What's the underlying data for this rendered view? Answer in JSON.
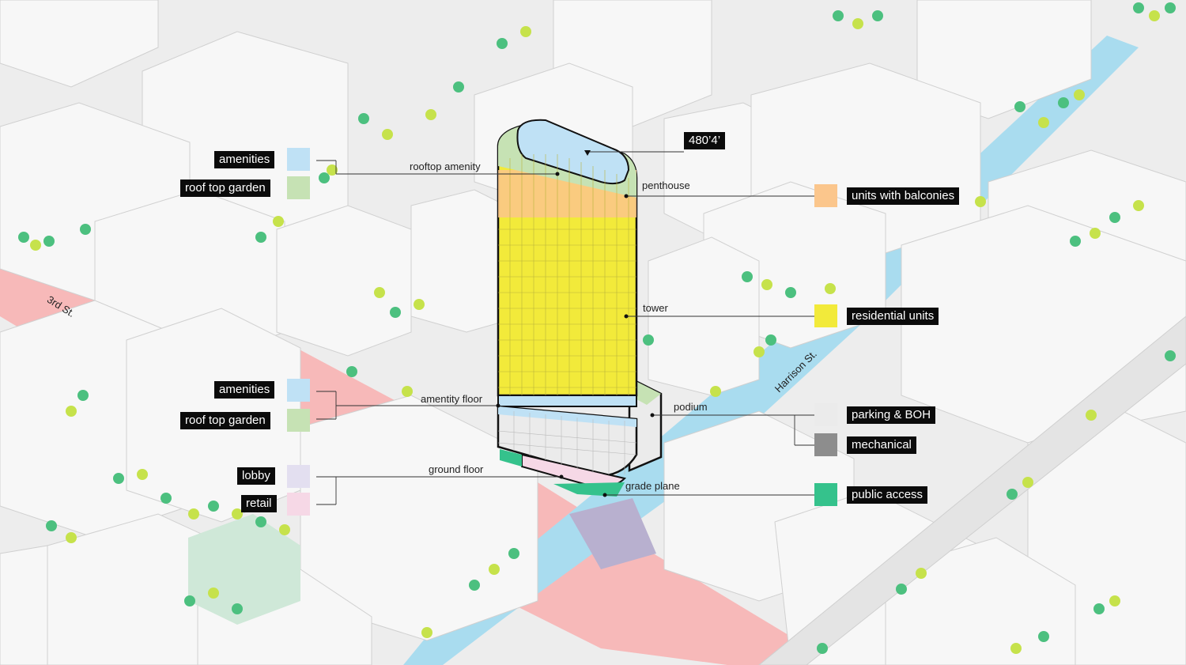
{
  "legend": {
    "amenities_top": {
      "label": "amenities",
      "color": "#bfe1f5"
    },
    "garden_top": {
      "label": "roof top garden",
      "color": "#c6e2b4"
    },
    "amenities_mid": {
      "label": "amenities",
      "color": "#bfe1f5"
    },
    "garden_mid": {
      "label": "roof top garden",
      "color": "#c6e2b4"
    },
    "lobby": {
      "label": "lobby",
      "color": "#e3dff0"
    },
    "retail": {
      "label": "retail",
      "color": "#f6d8e6"
    },
    "balconies": {
      "label": "units with balconies",
      "color": "#fbc68c"
    },
    "residential": {
      "label": "residential units",
      "color": "#f2ea3a"
    },
    "parking": {
      "label": "parking & BOH",
      "color": "#ebebeb"
    },
    "mechanical": {
      "label": "mechanical",
      "color": "#8d8d8d"
    },
    "public": {
      "label": "public access",
      "color": "#35c28c"
    }
  },
  "height_tag": "480’4’",
  "annotations": {
    "rooftop_amenity": "rooftop amenity",
    "penthouse": "penthouse",
    "tower": "tower",
    "amenity_floor": "amentity floor",
    "podium": "podium",
    "ground_floor": "ground floor",
    "grade_plane": "grade plane"
  },
  "streets": {
    "third": "3rd St.",
    "harrison": "Harrison St."
  },
  "colors": {
    "road_pink": "#f7b9b9",
    "road_blue": "#a9dcef",
    "building": "#f7f7f7",
    "tree_green": "#4cc07f",
    "tree_yellow": "#c6e24b"
  }
}
